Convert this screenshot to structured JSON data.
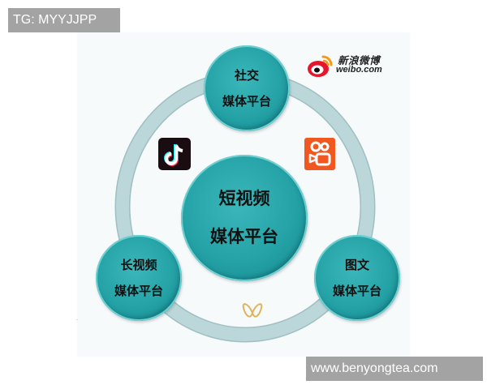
{
  "watermarks": {
    "top_left": "TG: MYYJJPP",
    "bottom_right": "www.benyongtea.com"
  },
  "diagram": {
    "center_node": {
      "line1": "短视频",
      "line2": "媒体平台"
    },
    "nodes": [
      {
        "id": "social",
        "line1": "社交",
        "line2": "媒体平台",
        "position": "top"
      },
      {
        "id": "long-video",
        "line1": "长视频",
        "line2": "媒体平台",
        "position": "bottom-left"
      },
      {
        "id": "image-text",
        "line1": "图文",
        "line2": "媒体平台",
        "position": "bottom-right"
      }
    ],
    "logos": {
      "weibo": {
        "name": "weibo-logo",
        "cn": "新浪微博",
        "en": "weibo.com"
      },
      "tiktok": {
        "name": "douyin-logo"
      },
      "kuaishou": {
        "name": "kuaishou-logo"
      },
      "butterfly": {
        "name": "butterfly-logo"
      }
    }
  },
  "colors": {
    "node_teal": "#24a2a6",
    "ring": "#b9d5d8",
    "panel": "#f6fafb",
    "watermark_bg": "#a3a3a3",
    "kuaishou_orange": "#f0581f",
    "weibo_red": "#e6162d",
    "butterfly_gold": "#e0b35a"
  }
}
